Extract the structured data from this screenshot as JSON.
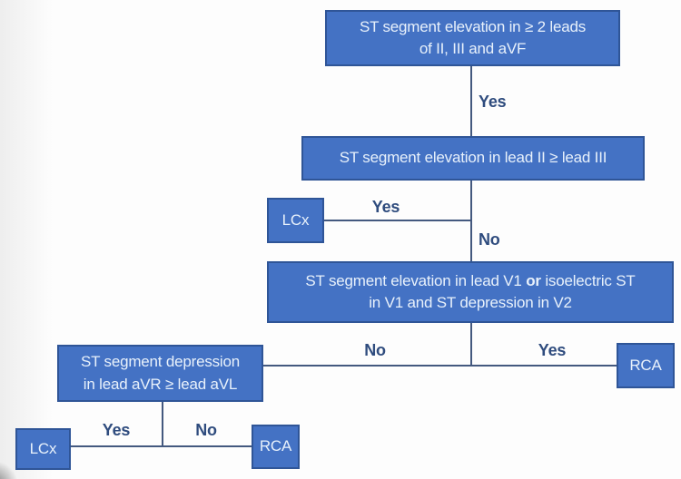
{
  "diagram": {
    "type": "flowchart",
    "nodes": {
      "q1": {
        "line1": "ST segment elevation in ≥ 2 leads",
        "line2": "of II, III and aVF"
      },
      "q2": {
        "text": "ST segment elevation in lead II ≥ lead III"
      },
      "lcx_upper": {
        "text": "LCx"
      },
      "q3": {
        "line1_pre": "ST segment elevation in lead V1",
        "line1_bold": "or",
        "line1_post": "isoelectric ST",
        "line2": "in V1 and ST depression in V2"
      },
      "q4": {
        "line1": "ST segment depression",
        "line2": "in lead aVR ≥ lead aVL"
      },
      "rca_right": {
        "text": "RCA"
      },
      "lcx_lower": {
        "text": "LCx"
      },
      "rca_lower": {
        "text": "RCA"
      }
    },
    "edge_labels": {
      "q1_yes": "Yes",
      "q2_yes": "Yes",
      "q2_no": "No",
      "q3_no": "No",
      "q3_yes": "Yes",
      "q4_yes": "Yes",
      "q4_no": "No"
    },
    "colors": {
      "box_fill": "#4472C4",
      "box_border": "#2F5597",
      "box_text": "#E8F1FB",
      "connector": "#44597F",
      "edge_label_text": "#2F4C7E",
      "background": "#FDFDFD"
    }
  }
}
